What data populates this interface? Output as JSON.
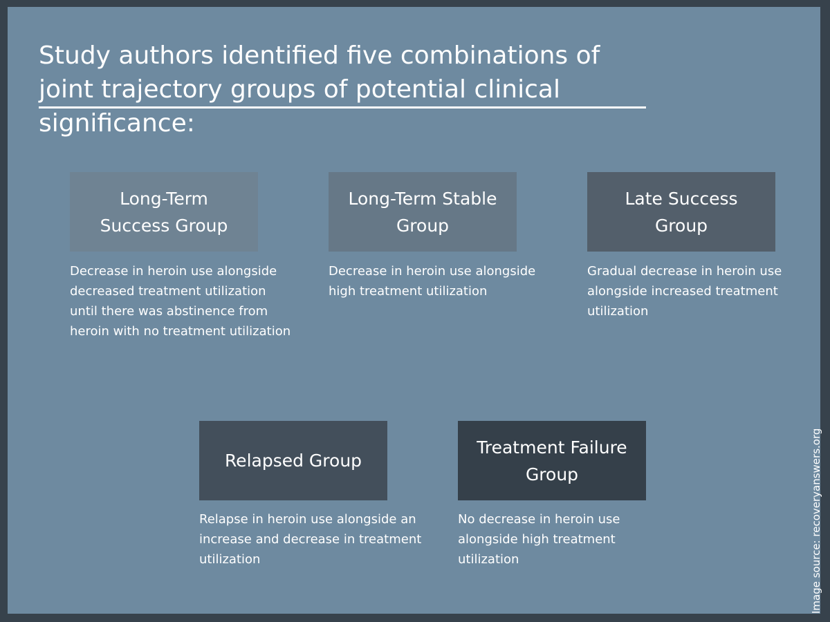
{
  "title": "Study authors identified five combinations of joint trajectory groups of potential clinical significance:",
  "groups": [
    {
      "name": "Long-Term Success Group",
      "description": "Decrease in heroin use alongside decreased treatment utilization until there was abstinence from heroin with no treatment utilization",
      "color": "#6f8393"
    },
    {
      "name": "Long-Term Stable Group",
      "description": "Decrease in heroin use alongside high treatment utilization",
      "color": "#667887"
    },
    {
      "name": "Late Success Group",
      "description": "Gradual decrease in heroin use alongside increased treatment utilization",
      "color": "#535f6b"
    },
    {
      "name": "Relapsed Group",
      "description": "Relapse in heroin use alongside an increase and decrease in treatment utilization",
      "color": "#434f5b"
    },
    {
      "name": "Treatment Failure Group",
      "description": "No decrease in heroin use alongside high treatment utilization",
      "color": "#35404a"
    }
  ],
  "source": "Image source: recoveryanswers.org",
  "colors": {
    "background": "#6e8aa0",
    "border": "#37424c",
    "text": "#ffffff"
  }
}
